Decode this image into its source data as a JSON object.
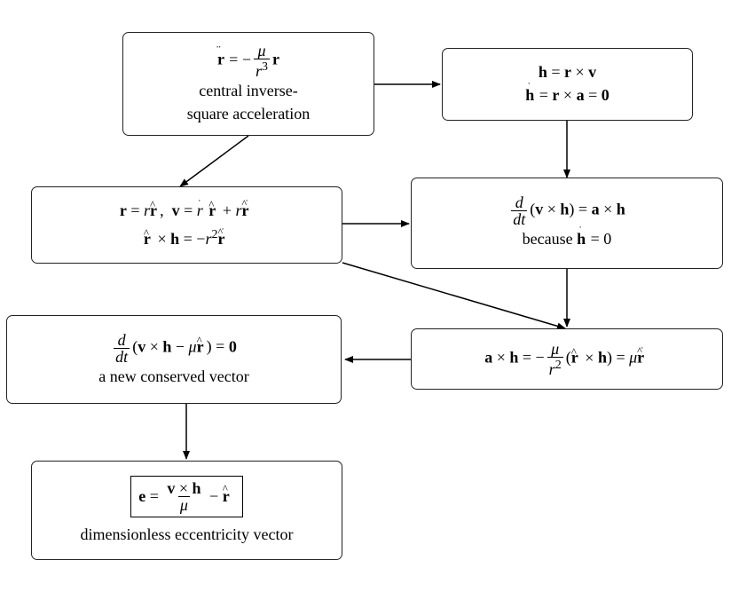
{
  "nodes": {
    "accel": {
      "text_lines": [
        "central inverse-",
        "square acceleration"
      ]
    },
    "angmom": {
      "text_lines": []
    },
    "polar": {
      "text_lines": []
    },
    "dvh": {
      "text_lines": [
        "because"
      ]
    },
    "conserved": {
      "text_lines": [
        "a new conserved vector"
      ]
    },
    "axh": {
      "text_lines": []
    },
    "ecc": {
      "text_lines": [
        "dimensionless eccentricity vector"
      ]
    }
  },
  "edges": [
    {
      "from": "accel",
      "to": "angmom"
    },
    {
      "from": "accel",
      "to": "polar"
    },
    {
      "from": "angmom",
      "to": "dvh"
    },
    {
      "from": "polar",
      "to": "dvh"
    },
    {
      "from": "polar",
      "to": "axh"
    },
    {
      "from": "dvh",
      "to": "axh"
    },
    {
      "from": "axh",
      "to": "conserved"
    },
    {
      "from": "conserved",
      "to": "ecc"
    }
  ]
}
